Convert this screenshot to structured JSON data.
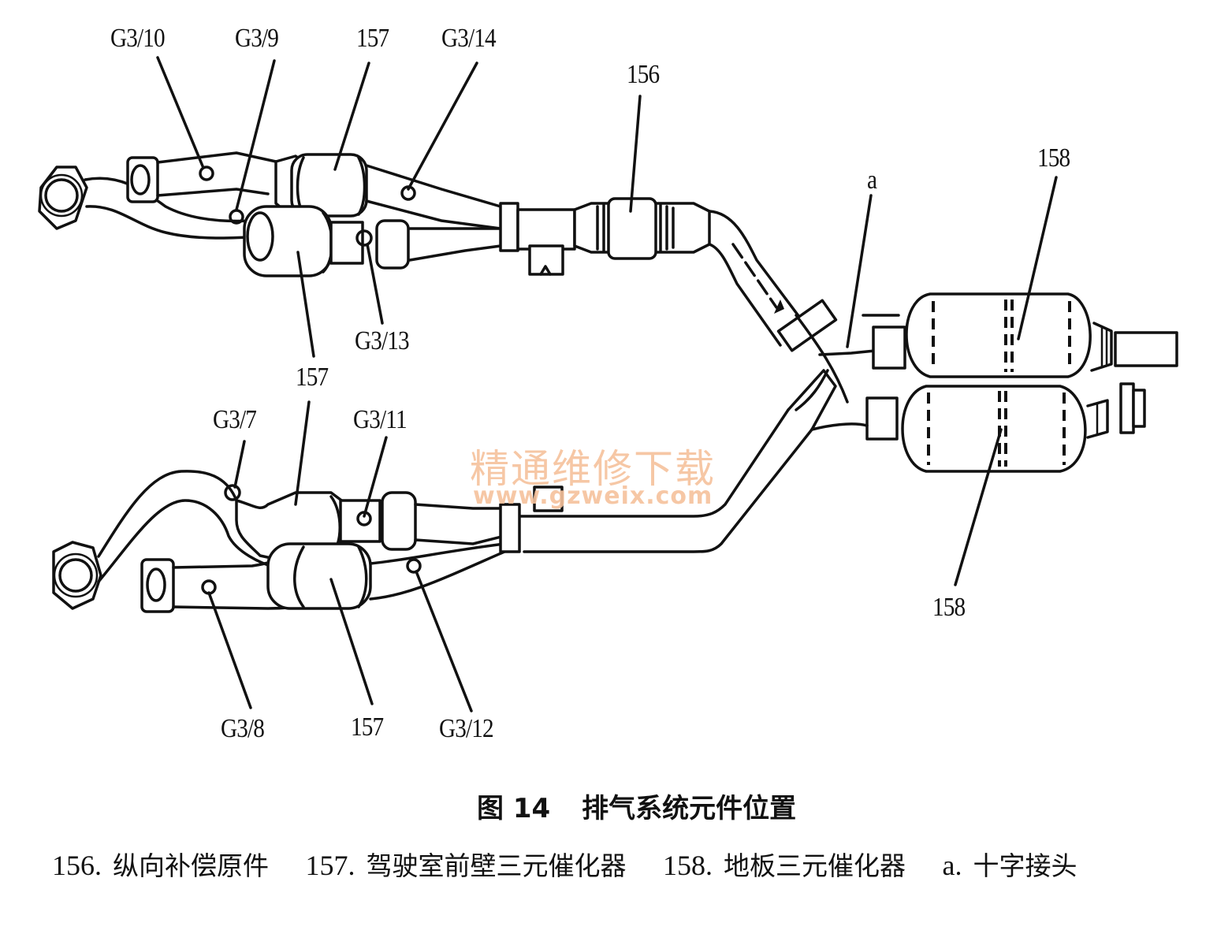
{
  "figure": {
    "callouts": [
      {
        "id": "g3-10",
        "text": "G3/10"
      },
      {
        "id": "g3-9",
        "text": "G3/9"
      },
      {
        "id": "157-top",
        "text": "157"
      },
      {
        "id": "g3-14",
        "text": "G3/14"
      },
      {
        "id": "156",
        "text": "156"
      },
      {
        "id": "a",
        "text": "a"
      },
      {
        "id": "158-top",
        "text": "158"
      },
      {
        "id": "g3-13",
        "text": "G3/13"
      },
      {
        "id": "157-mid",
        "text": "157"
      },
      {
        "id": "g3-7",
        "text": "G3/7"
      },
      {
        "id": "g3-11",
        "text": "G3/11"
      },
      {
        "id": "158-bottom",
        "text": "158"
      },
      {
        "id": "g3-8",
        "text": "G3/8"
      },
      {
        "id": "157-bottom",
        "text": "157"
      },
      {
        "id": "g3-12",
        "text": "G3/12"
      }
    ],
    "watermark": {
      "line1": "精通维修下载",
      "line2": "www.gzweix.com",
      "color": "#f6c29c"
    }
  },
  "caption": {
    "figure_number": "图 14",
    "title": "排气系统元件位置"
  },
  "legend": [
    {
      "key": "156.",
      "desc": "纵向补偿原件"
    },
    {
      "key": "157.",
      "desc": "驾驶室前壁三元催化器"
    },
    {
      "key": "158.",
      "desc": "地板三元催化器"
    },
    {
      "key": "a.",
      "desc": "十字接头"
    }
  ]
}
